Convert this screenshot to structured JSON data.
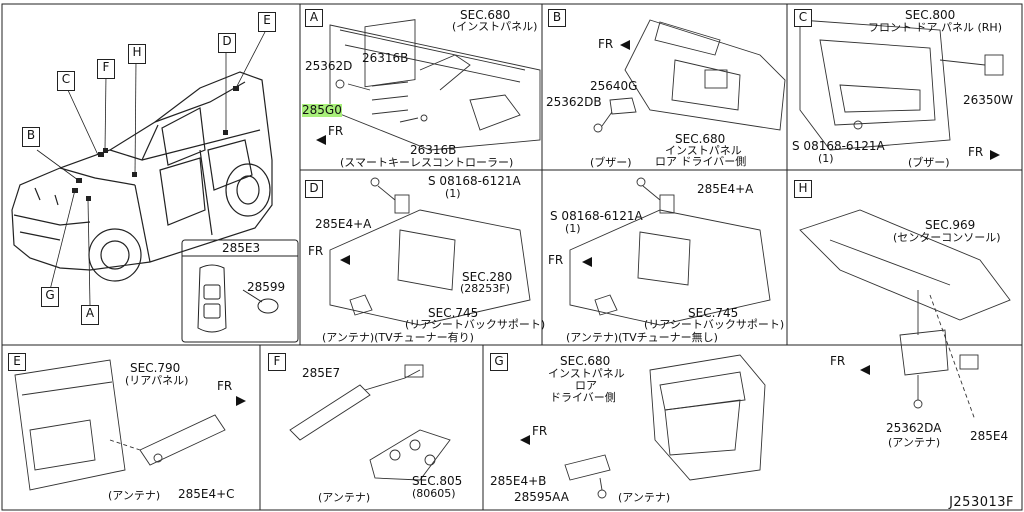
{
  "doc_code": "J253013F",
  "overview": {
    "callouts": [
      "A",
      "B",
      "C",
      "D",
      "E",
      "F",
      "G",
      "H"
    ],
    "inset": {
      "title": "285E3",
      "part": "28599"
    }
  },
  "panels": {
    "A": {
      "letter": "A",
      "sec": "SEC.680",
      "sec_desc": "(インストパネル)",
      "parts": [
        "25362D",
        "26316B",
        "285G0",
        "26316B"
      ],
      "fr": "FR",
      "caption": "(スマートキーレスコントローラー)"
    },
    "B": {
      "letter": "B",
      "parts": [
        "25640G",
        "25362DB"
      ],
      "fr": "FR",
      "sec": "SEC.680",
      "sec_desc1": "インストパネル",
      "sec_desc2": "ロア ドライバー側",
      "caption": "(ブザー)"
    },
    "C": {
      "letter": "C",
      "sec": "SEC.800",
      "sec_desc": "フロント ドア パネル (RH)",
      "parts": [
        "26350W"
      ],
      "screw": "S 08168-6121A",
      "screw_qty": "(1)",
      "fr": "FR",
      "caption": "(ブザー)"
    },
    "D": {
      "letter": "D",
      "screw": "S 08168-6121A",
      "screw_qty": "(1)",
      "parts": [
        "285E4+A"
      ],
      "fr": "FR",
      "sec1": "SEC.280",
      "sec1_desc": "(28253F)",
      "sec2": "SEC.745",
      "sec2_desc": "(リアシートバックサポート)",
      "caption": "(アンテナ)(TVチューナー有り)"
    },
    "D2": {
      "screw": "S 08168-6121A",
      "screw_qty": "(1)",
      "parts": [
        "285E4+A"
      ],
      "fr": "FR",
      "sec": "SEC.745",
      "sec_desc": "(リアシートバックサポート)",
      "caption": "(アンテナ)(TVチューナー無し)"
    },
    "H": {
      "letter": "H",
      "sec": "SEC.969",
      "sec_desc": "(センターコンソール)",
      "fr": "FR",
      "parts": [
        "25362DA",
        "285E4"
      ],
      "caption": "(アンテナ)"
    },
    "E": {
      "letter": "E",
      "sec": "SEC.790",
      "sec_desc": "(リアパネル)",
      "fr": "FR",
      "parts": [
        "285E4+C"
      ],
      "caption": "(アンテナ)"
    },
    "F": {
      "letter": "F",
      "parts": [
        "285E7"
      ],
      "sec": "SEC.805",
      "sec_desc": "(80605)",
      "caption": "(アンテナ)"
    },
    "G": {
      "letter": "G",
      "sec": "SEC.680",
      "sec_desc1": "インストパネル",
      "sec_desc2": "ロア",
      "sec_desc3": "ドライバー側",
      "fr": "FR",
      "parts": [
        "285E4+B",
        "28595AA"
      ],
      "caption": "(アンテナ)"
    }
  }
}
